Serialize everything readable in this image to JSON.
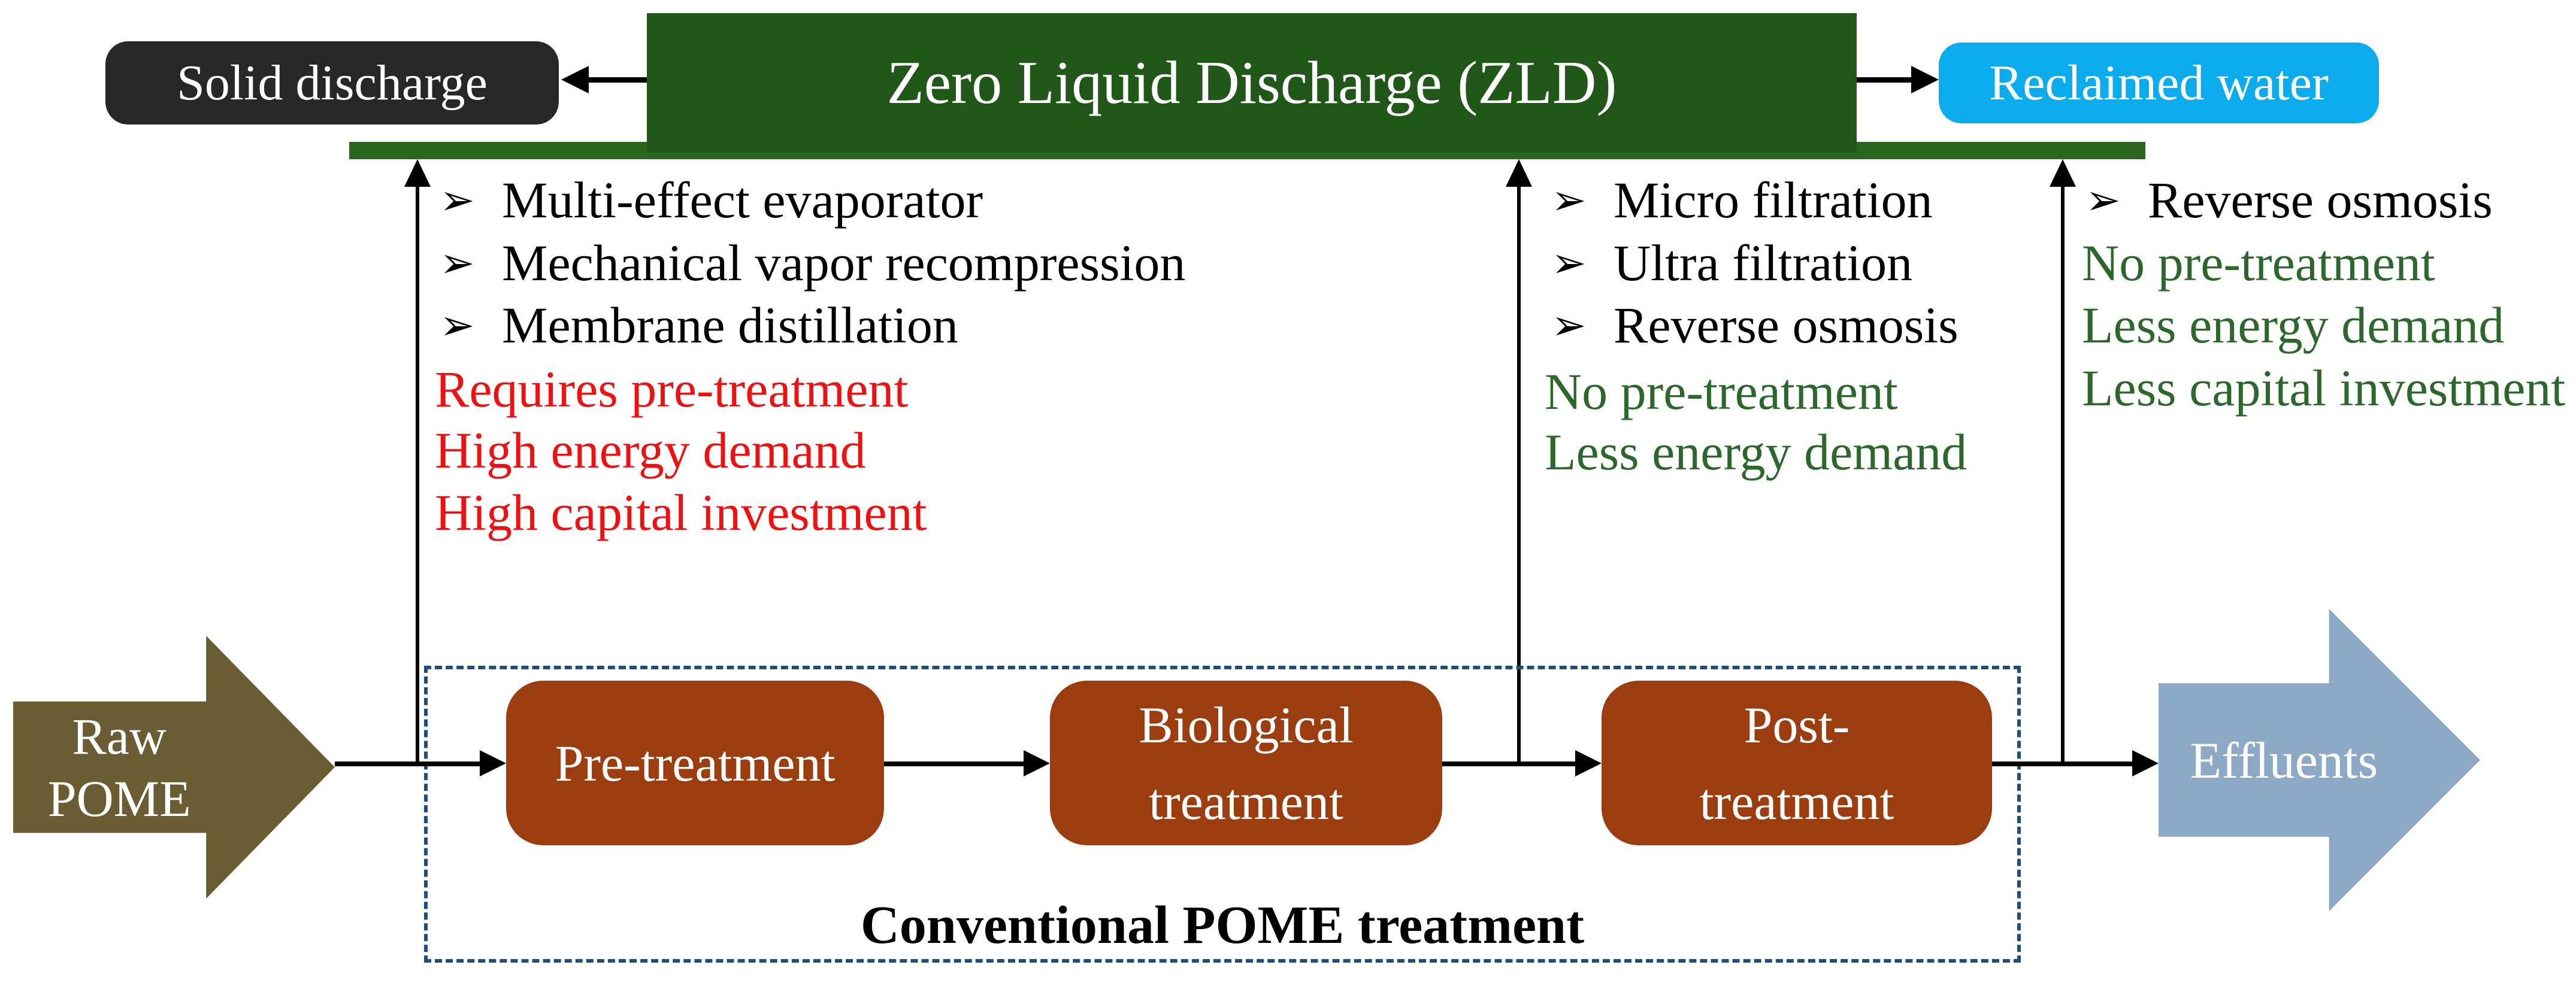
{
  "banner": {
    "label": "Zero Liquid Discharge (ZLD)"
  },
  "bullet_glyph": "➢",
  "outputs": {
    "solid_label": "Solid discharge",
    "reclaimed_label": "Reclaimed water"
  },
  "zld_columns": [
    {
      "bullets": [
        "Multi-effect evaporator",
        "Mechanical vapor recompression",
        "Membrane distillation"
      ],
      "notes": [
        "Requires pre-treatment",
        "High energy demand",
        "High capital investment"
      ],
      "note_tone": "negative"
    },
    {
      "bullets": [
        "Micro filtration",
        "Ultra filtration",
        "Reverse osmosis"
      ],
      "notes": [
        "No pre-treatment",
        "Less energy demand"
      ],
      "note_tone": "positive"
    },
    {
      "bullets": [
        "Reverse osmosis"
      ],
      "notes": [
        "No pre-treatment",
        "Less energy demand",
        "Less capital investment"
      ],
      "note_tone": "positive"
    }
  ],
  "flow": {
    "input_line1": "Raw",
    "input_line2": "POME",
    "stages": [
      {
        "line1": "Pre-treatment",
        "line2": ""
      },
      {
        "line1": "Biological",
        "line2": "treatment"
      },
      {
        "line1": "Post-",
        "line2": "treatment"
      }
    ],
    "output_label": "Effluents",
    "container_label": "Conventional POME treatment"
  },
  "colors": {
    "banner_green": "#215718",
    "bar_green": "#2B661E",
    "solid_box": "#272727",
    "reclaimed_cyan": "#0AACEE",
    "stage_rust": "#9C3D10",
    "input_olive": "#6A5C33",
    "output_steel": "#8CA9C5",
    "negative_red": "#EE1111",
    "positive_green": "#2C672C",
    "dashed_navy": "#1F4E7C",
    "line_black": "#000000"
  }
}
